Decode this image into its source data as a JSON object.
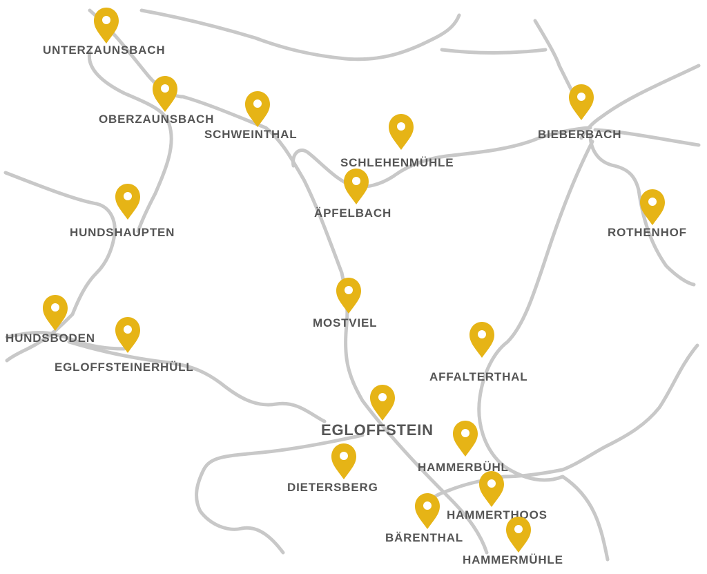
{
  "map": {
    "marker_color": "#e6b416",
    "road_color": "#c8c8c8",
    "label_color": "#555555",
    "places": [
      {
        "id": "unterzaunsbach",
        "name": "UNTERZAUNSBACH",
        "icon": "map-pin-icon"
      },
      {
        "id": "oberzaunsbach",
        "name": "OBERZAUNSBACH",
        "icon": "map-pin-icon"
      },
      {
        "id": "schweinthal",
        "name": "SCHWEINTHAL",
        "icon": "map-pin-icon"
      },
      {
        "id": "schlehenmuehle",
        "name": "SCHLEHENMÜHLE",
        "icon": "map-pin-icon"
      },
      {
        "id": "bieberbach",
        "name": "BIEBERBACH",
        "icon": "map-pin-icon"
      },
      {
        "id": "aepfelbach",
        "name": "ÄPFELBACH",
        "icon": "map-pin-icon"
      },
      {
        "id": "hundshaupten",
        "name": "HUNDSHAUPTEN",
        "icon": "map-pin-icon"
      },
      {
        "id": "rothenhof",
        "name": "ROTHENHOF",
        "icon": "map-pin-icon"
      },
      {
        "id": "mostviel",
        "name": "MOSTVIEL",
        "icon": "map-pin-icon"
      },
      {
        "id": "hundsboden",
        "name": "HUNDSBODEN",
        "icon": "map-pin-icon"
      },
      {
        "id": "egloffsteinerhuell",
        "name": "EGLOFFSTEINERHÜLL",
        "icon": "map-pin-icon"
      },
      {
        "id": "affalterthal",
        "name": "AFFALTERTHAL",
        "icon": "map-pin-icon"
      },
      {
        "id": "egloffstein",
        "name": "EGLOFFSTEIN",
        "icon": "map-pin-icon",
        "main": true
      },
      {
        "id": "hammerbuehl",
        "name": "HAMMERBÜHL",
        "icon": "map-pin-icon"
      },
      {
        "id": "dietersberg",
        "name": "DIETERSBERG",
        "icon": "map-pin-icon"
      },
      {
        "id": "hammerthoos",
        "name": "HAMMERTHOOS",
        "icon": "map-pin-icon"
      },
      {
        "id": "baerenthal",
        "name": "BÄRENTHAL",
        "icon": "map-pin-icon"
      },
      {
        "id": "hammermuehle",
        "name": "HAMMERMÜHLE",
        "icon": "map-pin-icon"
      }
    ]
  }
}
